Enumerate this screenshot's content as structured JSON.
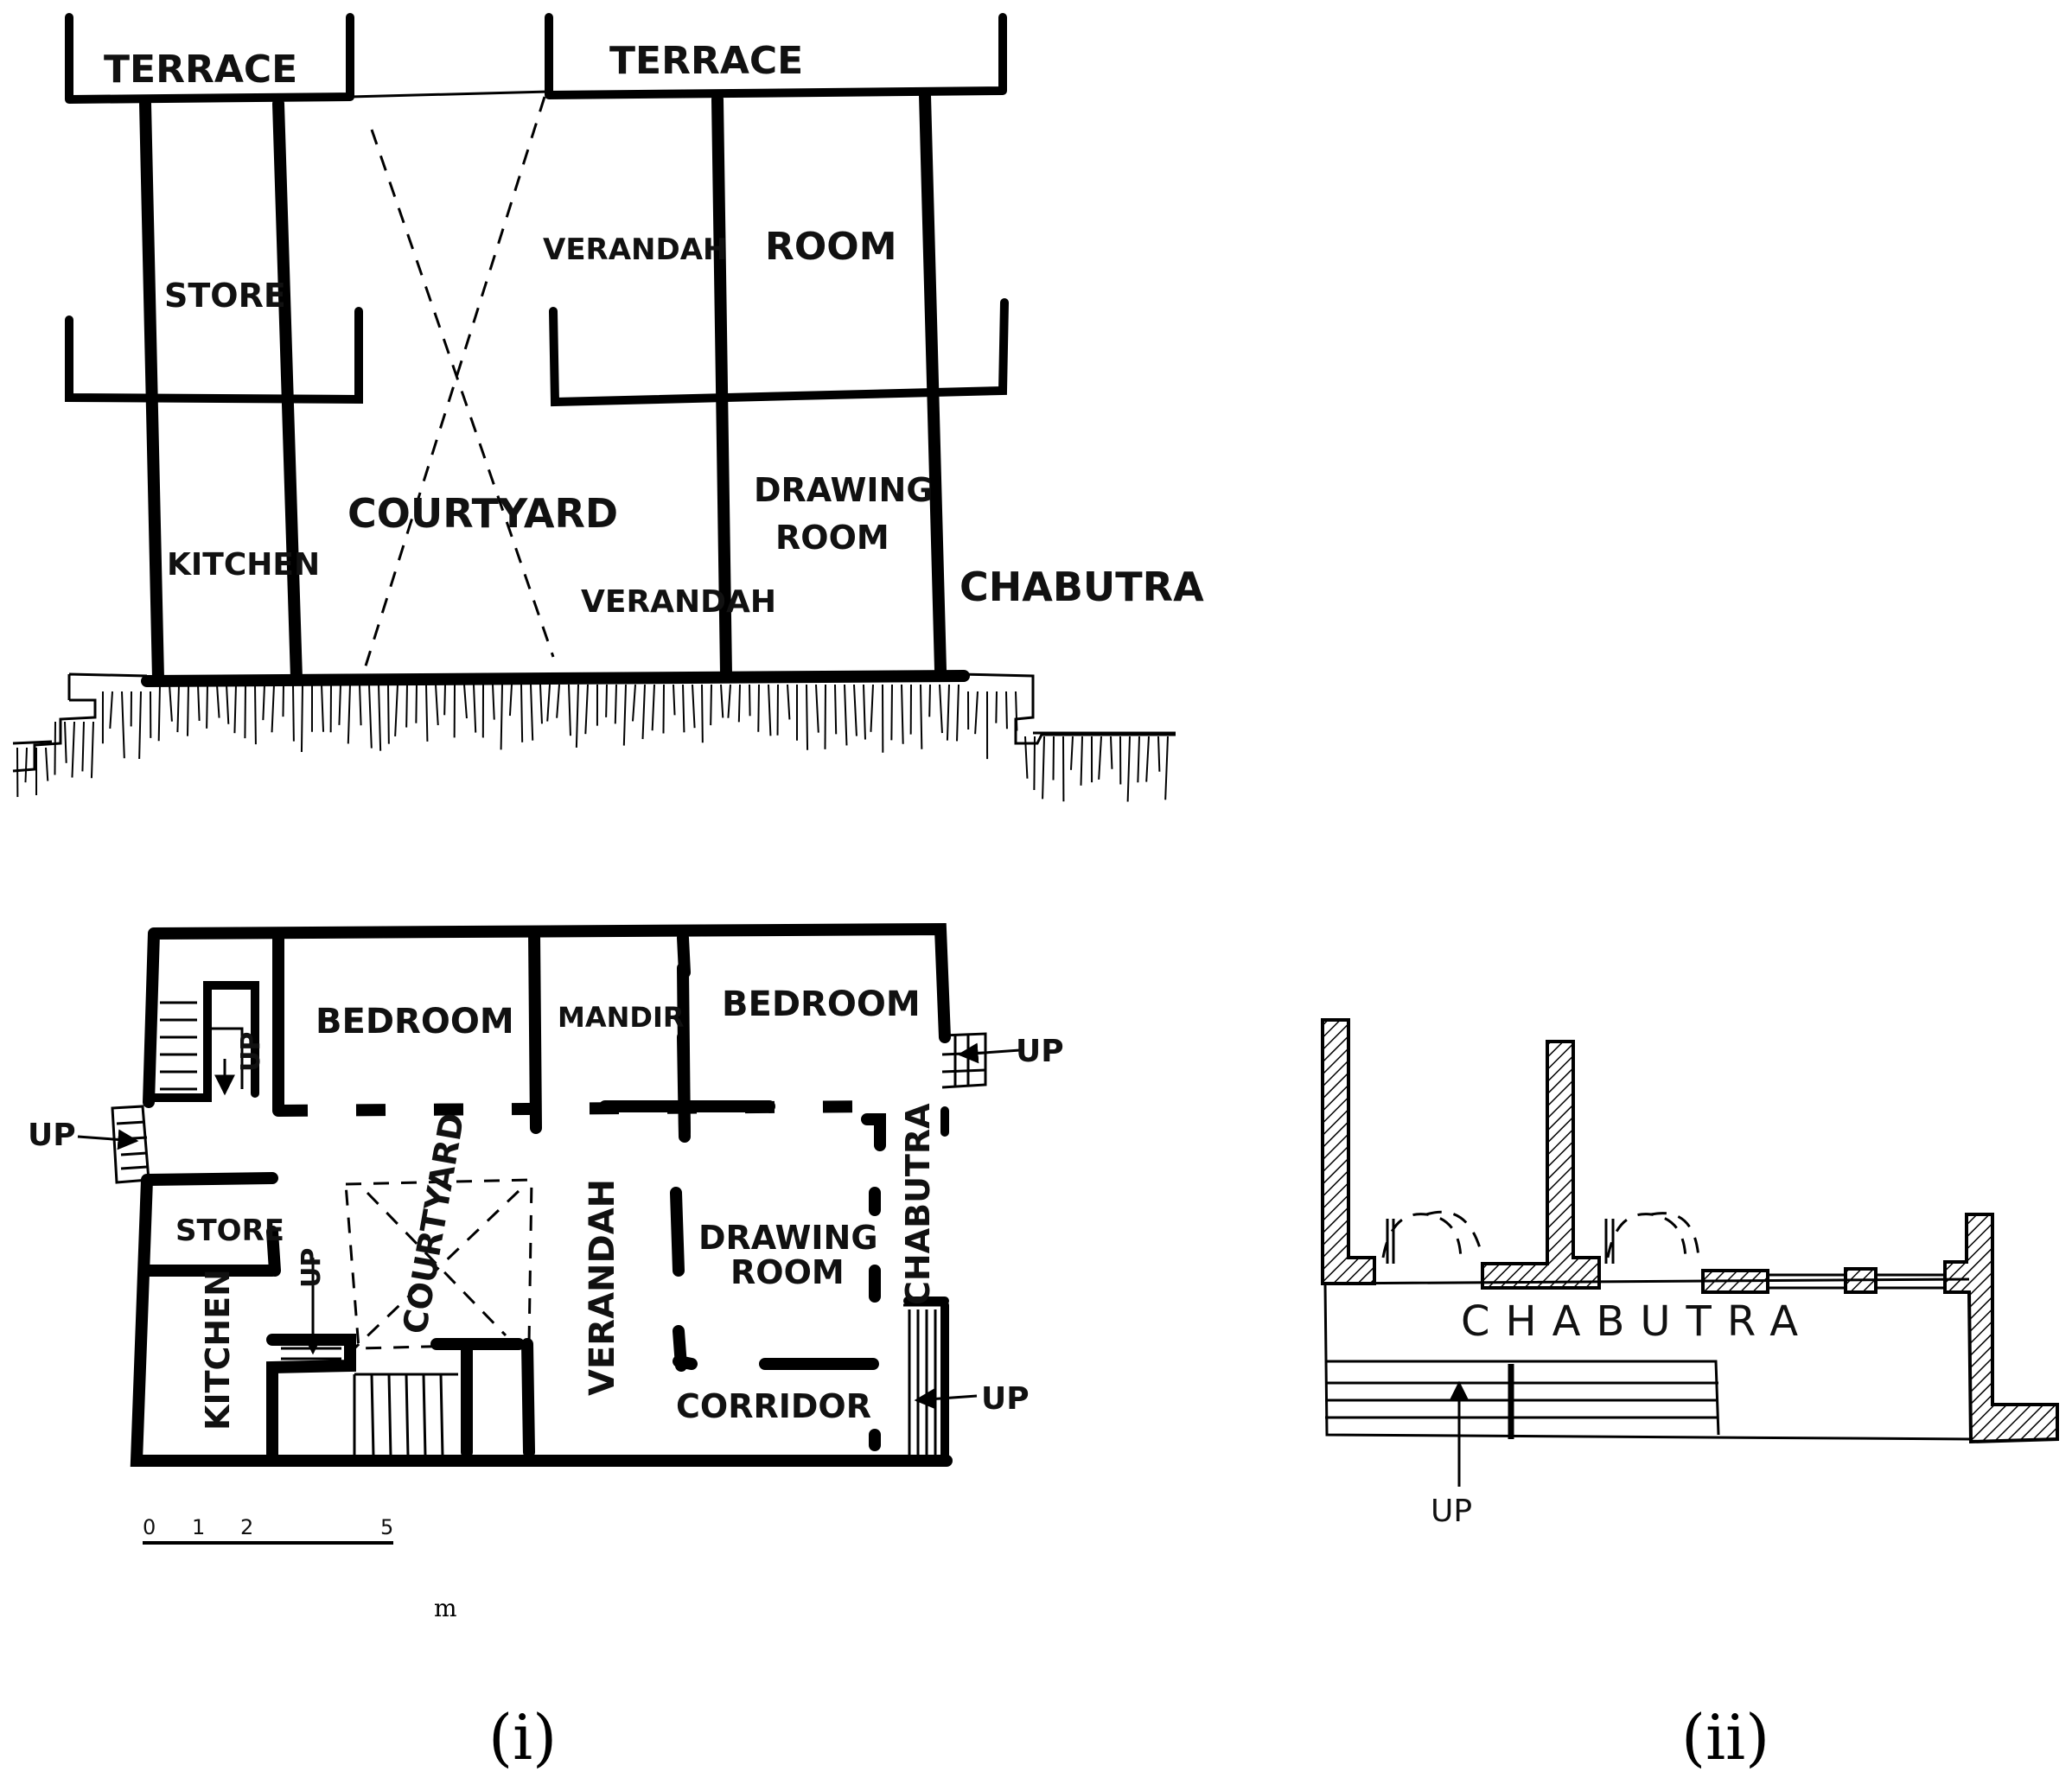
{
  "section": {
    "labels": {
      "terrace_left": "TERRACE",
      "terrace_right": "TERRACE",
      "store": "STORE",
      "verandah_top": "VERANDAH",
      "room": "ROOM",
      "kitchen": "KITCHEN",
      "courtyard": "COURTYARD",
      "drawing_room_1": "DRAWING",
      "drawing_room_2": "ROOM",
      "verandah_bottom": "VERANDAH",
      "chabutra": "CHABUTRA"
    }
  },
  "plan": {
    "labels": {
      "bedroom_left": "BEDROOM",
      "mandir": "MANDIR",
      "bedroom_right": "BEDROOM",
      "up_stair_left": "UP",
      "up_entry_left": "UP",
      "up_right_top": "UP",
      "store": "STORE",
      "courtyard": "COURTYARD",
      "verandah": "VERANDAH",
      "drawing_room_1": "DRAWING",
      "drawing_room_2": "ROOM",
      "chabutra": "CHABUTRA",
      "up_inner": "UP",
      "kitchen": "KITCHEN",
      "corridor": "CORRIDOR",
      "up_right_bottom": "UP"
    },
    "scale_bar": {
      "ticks": [
        "0",
        "1",
        "2",
        "5"
      ],
      "unit": "m"
    },
    "caption": "(i)"
  },
  "detail": {
    "labels": {
      "chabutra": "CHABUTRA",
      "up": "UP"
    },
    "caption": "(ii)"
  }
}
